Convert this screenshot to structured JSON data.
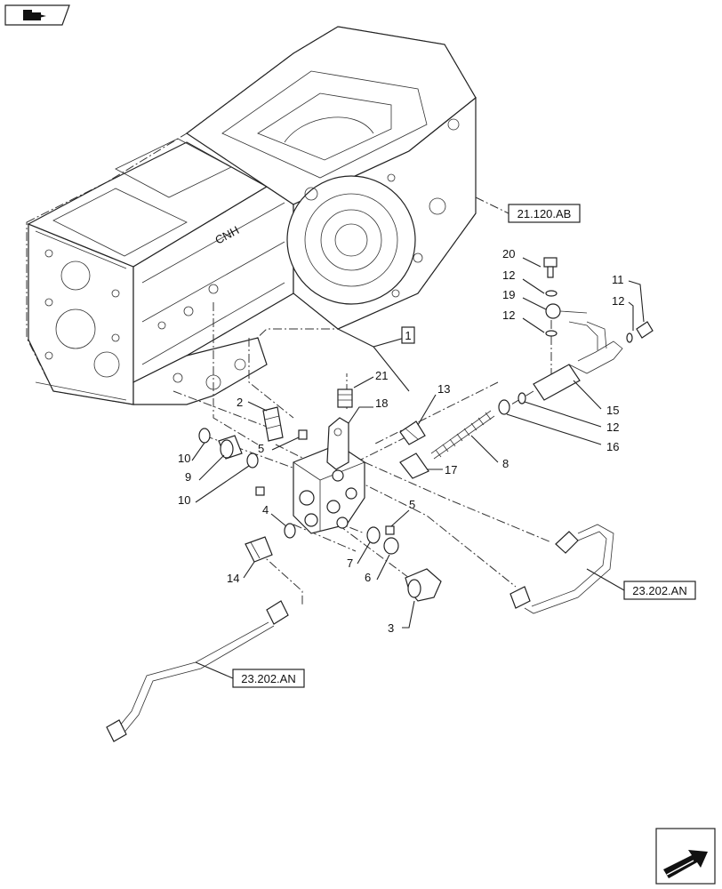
{
  "nav_icons": [
    {
      "name": "book-icon"
    },
    {
      "name": "return-arrow-icon"
    }
  ],
  "reference_boxes": [
    {
      "name": "ref-21-120-ab",
      "text": "21.120.AB"
    },
    {
      "name": "ref-23-202-an-right",
      "text": "23.202.AN"
    },
    {
      "name": "ref-23-202-an-left",
      "text": "23.202.AN"
    },
    {
      "name": "ref-1",
      "text": "1"
    }
  ],
  "callouts": [
    {
      "text": "20"
    },
    {
      "text": "12"
    },
    {
      "text": "19"
    },
    {
      "text": "12"
    },
    {
      "text": "11"
    },
    {
      "text": "12"
    },
    {
      "text": "15"
    },
    {
      "text": "12"
    },
    {
      "text": "16"
    },
    {
      "text": "21"
    },
    {
      "text": "18"
    },
    {
      "text": "13"
    },
    {
      "text": "2"
    },
    {
      "text": "5"
    },
    {
      "text": "10"
    },
    {
      "text": "9"
    },
    {
      "text": "10"
    },
    {
      "text": "17"
    },
    {
      "text": "8"
    },
    {
      "text": "4"
    },
    {
      "text": "5"
    },
    {
      "text": "7"
    },
    {
      "text": "6"
    },
    {
      "text": "14"
    },
    {
      "text": "3"
    }
  ]
}
